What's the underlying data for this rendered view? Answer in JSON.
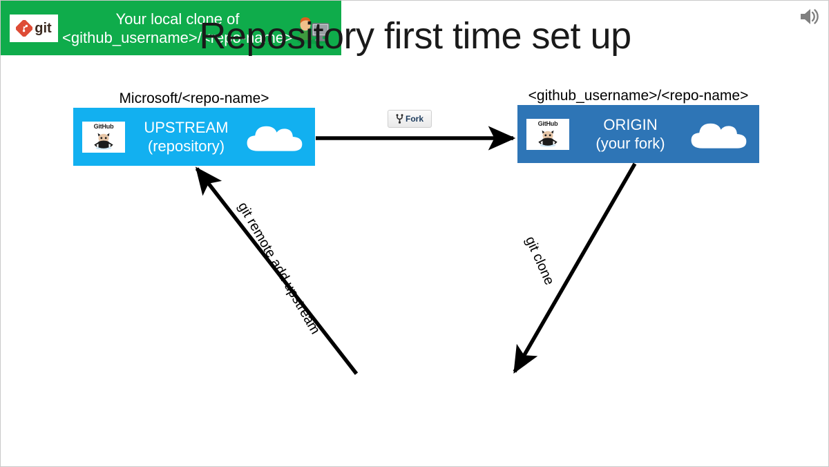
{
  "slide": {
    "title": "Repository first time set up",
    "background_color": "#ffffff",
    "border_color": "#c8c8c8"
  },
  "toolbar": {
    "audio_icon_name": "speaker-icon",
    "audio_icon_color": "#808080"
  },
  "nodes": {
    "upstream": {
      "caption": "Microsoft/<repo-name>",
      "title": "UPSTREAM",
      "subtitle": "(repository)",
      "color": "#12B0F0",
      "logo_text": "GitHub",
      "logo_icon_name": "github-octocat-icon",
      "cloud_icon_name": "cloud-icon"
    },
    "origin": {
      "caption": "<github_username>/<repo-name>",
      "title": "ORIGIN",
      "subtitle": "(your fork)",
      "color": "#2E75B6",
      "logo_text": "GitHub",
      "logo_icon_name": "github-octocat-icon",
      "cloud_icon_name": "cloud-icon"
    },
    "local": {
      "title": "Your local clone of",
      "subtitle": "<github_username>/<repo-name>",
      "color": "#0FAC4B",
      "logo_text": "git",
      "logo_icon_name": "git-diamond-icon",
      "person_icon_name": "person-at-computer-icon"
    }
  },
  "fork_button": {
    "label": "Fork",
    "icon_name": "fork-branch-icon",
    "label_color": "#1b3a5c"
  },
  "edges": {
    "fork_arrow": {
      "label": "",
      "from": "upstream",
      "to": "origin"
    },
    "clone_arrow": {
      "label": "git clone",
      "from": "origin",
      "to": "local"
    },
    "remote_add_arrow": {
      "label": "git remote add upstream",
      "from": "local",
      "to": "upstream"
    }
  }
}
